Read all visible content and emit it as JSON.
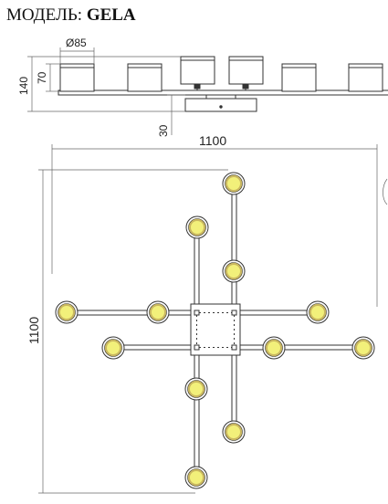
{
  "title": {
    "label": "МОДЕЛЬ:",
    "model": "GELA"
  },
  "side_view": {
    "shade_diameter": "Ø85",
    "shade_height": "70",
    "total_height": "140",
    "canopy_height": "30",
    "shade_count": 6
  },
  "top_view": {
    "width": "1100",
    "height": "1100",
    "light_count": 12
  },
  "colors": {
    "line": "#333333",
    "dim_line": "#666666",
    "bulb": "#f2f07a",
    "bulb_ring": "#c9b760",
    "shade_fill": "#ffffff"
  }
}
